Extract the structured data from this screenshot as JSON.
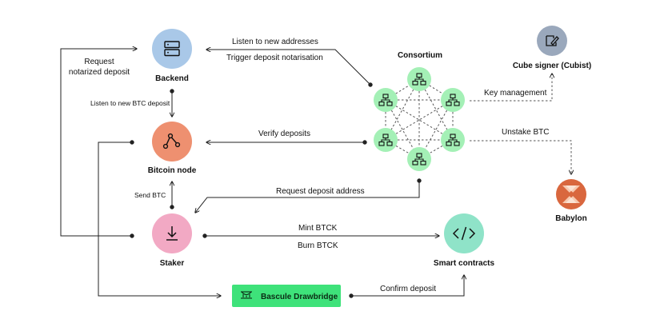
{
  "nodes": {
    "backend": {
      "label": "Backend",
      "color": "#a9c8e8"
    },
    "bitcoin_node": {
      "label": "Bitcoin node",
      "color": "#ee9070"
    },
    "staker": {
      "label": "Staker",
      "color": "#f2a9c4"
    },
    "consortium": {
      "label": "Consortium",
      "member_color": "#a4f0b6"
    },
    "cube_signer": {
      "label": "Cube signer (Cubist)",
      "color": "#9aa8bc"
    },
    "babylon": {
      "label": "Babylon",
      "color": "#d9673e"
    },
    "smart_contracts": {
      "label": "Smart contracts",
      "color": "#8fe3c8"
    },
    "bascule": {
      "label": "Bascule Drawbridge",
      "color": "#3ee27a"
    }
  },
  "edges": {
    "listen_new_addresses": "Listen to new addresses",
    "trigger_notarisation": "Trigger deposit notarisation",
    "request_notarized_1": "Request",
    "request_notarized_2": "notarized deposit",
    "listen_btc_deposit": "Listen to new BTC deposit",
    "verify_deposits": "Verify deposits",
    "key_management": "Key management",
    "unstake_btc": "Unstake BTC",
    "send_btc": "Send BTC",
    "request_deposit_address": "Request deposit address",
    "mint_btck": "Mint  BTCK",
    "burn_btck": "Burn BTCK",
    "confirm_deposit": "Confirm deposit"
  },
  "icons": {
    "backend": "server-icon",
    "bitcoin_node": "network-nodes-icon",
    "staker": "download-icon",
    "consortium_member": "hierarchy-icon",
    "cube_signer": "signature-icon",
    "babylon": "babylon-logo-icon",
    "smart_contracts": "code-icon",
    "bascule": "bridge-icon"
  }
}
